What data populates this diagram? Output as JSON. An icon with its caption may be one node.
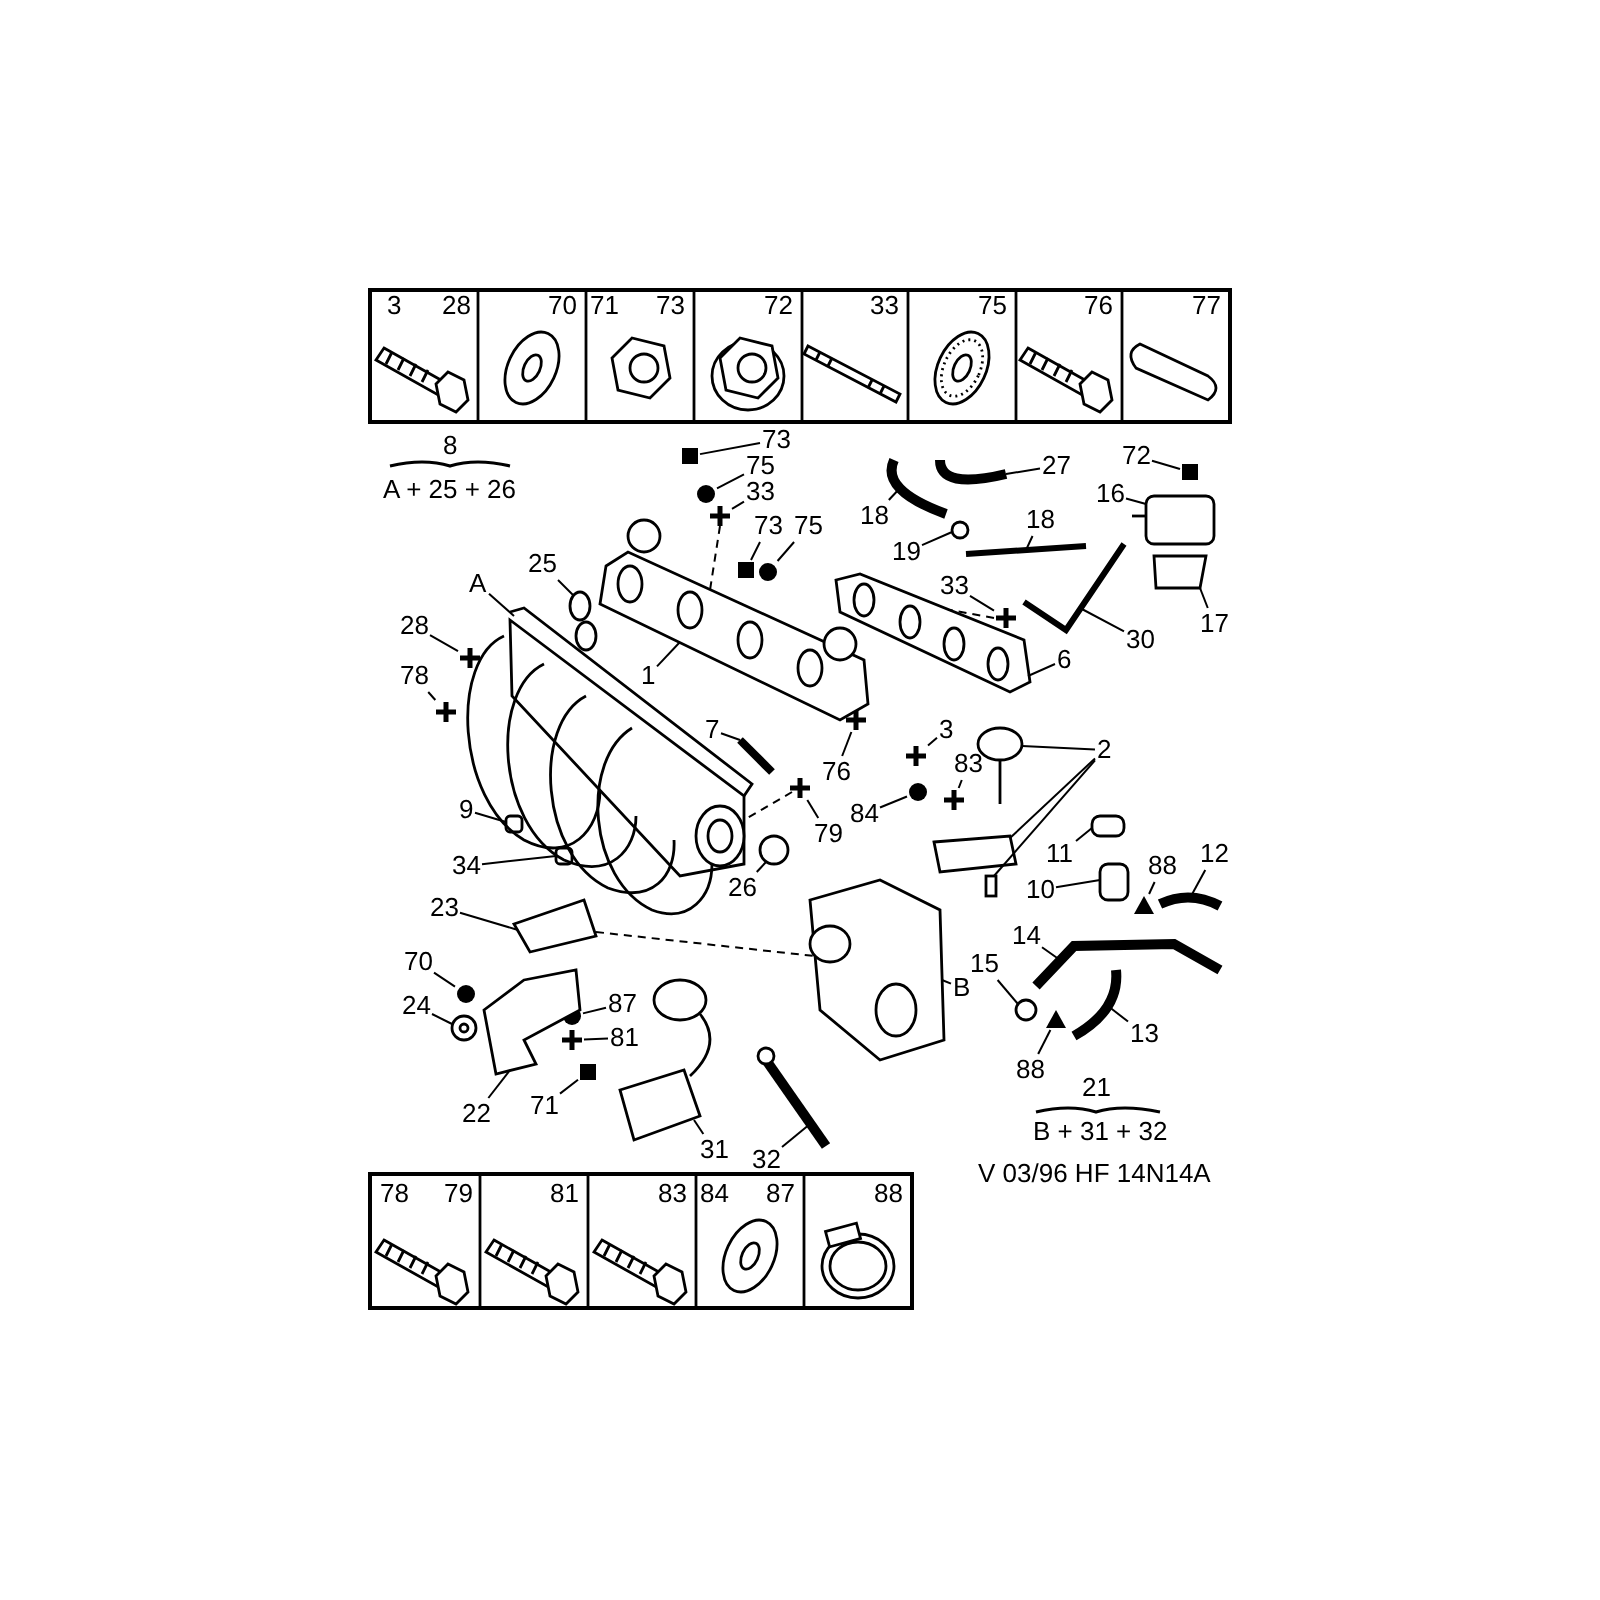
{
  "diagram": {
    "nodes": [
      {
        "text": [
          "73"
        ]
      },
      {
        "text": [
          "72"
        ]
      },
      {
        "text": [
          "27"
        ]
      },
      {
        "text": [
          "75"
        ]
      },
      {
        "text": [
          "33"
        ]
      },
      {
        "text": [
          "16"
        ]
      },
      {
        "text": [
          "18"
        ]
      },
      {
        "text": [
          "18"
        ]
      },
      {
        "text": [
          "73"
        ]
      },
      {
        "text": [
          "75"
        ]
      },
      {
        "text": [
          "19"
        ]
      },
      {
        "text": [
          "25"
        ]
      },
      {
        "text": [
          "A"
        ]
      },
      {
        "text": [
          "33"
        ]
      },
      {
        "text": [
          "17"
        ]
      },
      {
        "text": [
          "28"
        ]
      },
      {
        "text": [
          "30"
        ]
      },
      {
        "text": [
          "6"
        ]
      },
      {
        "text": [
          "1"
        ]
      },
      {
        "text": [
          "78"
        ]
      },
      {
        "text": [
          "7"
        ]
      },
      {
        "text": [
          "3"
        ]
      },
      {
        "text": [
          "2"
        ]
      },
      {
        "text": [
          "76"
        ]
      },
      {
        "text": [
          "83"
        ]
      },
      {
        "text": [
          "84"
        ]
      },
      {
        "text": [
          "9"
        ]
      },
      {
        "text": [
          "79"
        ]
      },
      {
        "text": [
          "11"
        ]
      },
      {
        "text": [
          "12"
        ]
      },
      {
        "text": [
          "88"
        ]
      },
      {
        "text": [
          "34"
        ]
      },
      {
        "text": [
          "26"
        ]
      },
      {
        "text": [
          "10"
        ]
      },
      {
        "text": [
          "23"
        ]
      },
      {
        "text": [
          "14"
        ]
      },
      {
        "text": [
          "70"
        ]
      },
      {
        "text": [
          "15"
        ]
      },
      {
        "text": [
          "B"
        ]
      },
      {
        "text": [
          "87"
        ]
      },
      {
        "text": [
          "24"
        ]
      },
      {
        "text": [
          "13"
        ]
      },
      {
        "text": [
          "81"
        ]
      },
      {
        "text": [
          "88"
        ]
      },
      {
        "text": [
          "71"
        ]
      },
      {
        "text": [
          "22"
        ]
      },
      {
        "text": [
          "31"
        ]
      },
      {
        "text": [
          "32"
        ]
      },
      {
        "text": [],
        "shape": "square"
      },
      {
        "text": [],
        "shape": "circle"
      },
      {
        "text": [],
        "shape": "cross"
      },
      {
        "text": [],
        "shape": "square"
      },
      {
        "text": [],
        "shape": "circle"
      },
      {
        "text": [],
        "shape": "cross"
      },
      {
        "text": [],
        "shape": "square"
      },
      {
        "text": [],
        "shape": "cross"
      },
      {
        "text": [],
        "shape": "cross"
      },
      {
        "text": [],
        "shape": "cross"
      },
      {
        "text": [],
        "shape": "cross"
      },
      {
        "text": [],
        "shape": "cross"
      },
      {
        "text": [],
        "shape": "circle"
      },
      {
        "text": [],
        "shape": "cross"
      },
      {
        "text": [],
        "shape": "triangle"
      },
      {
        "text": [],
        "shape": "triangle"
      },
      {
        "text": [],
        "shape": "circle"
      },
      {
        "text": [],
        "shape": "circle"
      },
      {
        "text": [],
        "shape": "cross"
      },
      {
        "text": [],
        "shape": "square"
      },
      {
        "text": [],
        "shape": "picture"
      },
      {
        "text": [],
        "shape": "box"
      },
      {
        "text": [],
        "shape": "picture"
      },
      {
        "text": [],
        "shape": "picture"
      },
      {
        "text": [],
        "shape": "circle"
      },
      {
        "text": [],
        "shape": "picture"
      },
      {
        "text": [],
        "shape": "picture"
      },
      {
        "text": [],
        "shape": "box"
      },
      {
        "text": [],
        "shape": "picture"
      },
      {
        "text": [],
        "shape": "picture"
      },
      {
        "text": [],
        "shape": "picture"
      },
      {
        "text": [],
        "shape": "picture"
      },
      {
        "text": [],
        "shape": "picture"
      },
      {
        "text": [],
        "shape": "box"
      },
      {
        "text": [],
        "shape": "box"
      },
      {
        "text": [],
        "shape": "box"
      },
      {
        "text": [],
        "shape": "box"
      },
      {
        "text": [],
        "shape": "picture"
      },
      {
        "text": [],
        "shape": "box"
      },
      {
        "text": [],
        "shape": "circle"
      },
      {
        "text": [],
        "shape": "box"
      },
      {
        "text": [],
        "shape": "picture"
      },
      {
        "text": [],
        "shape": "picture"
      },
      {
        "text": [],
        "shape": "circle"
      },
      {
        "text": [],
        "shape": "picture"
      },
      {
        "text": [],
        "shape": "circle"
      },
      {
        "text": [],
        "shape": "picture"
      },
      {
        "text": [],
        "shape": "picture"
      },
      {
        "text": [],
        "shape": "picture"
      },
      {
        "text": [],
        "shape": "picture"
      }
    ],
    "edges": [
      {
        "from": 0,
        "to": 48,
        "arrow": "none"
      },
      {
        "from": 1,
        "to": 54,
        "arrow": "none"
      },
      {
        "from": 2,
        "to": 68,
        "arrow": "none"
      },
      {
        "from": 3,
        "to": 49,
        "arrow": "none"
      },
      {
        "from": 4,
        "to": 50,
        "arrow": "none"
      },
      {
        "from": 5,
        "to": 69,
        "arrow": "none"
      },
      {
        "from": 6,
        "to": 70,
        "arrow": "none"
      },
      {
        "from": 7,
        "to": 71,
        "arrow": "none"
      },
      {
        "from": 8,
        "to": 51,
        "arrow": "none"
      },
      {
        "from": 9,
        "to": 52,
        "arrow": "none"
      },
      {
        "from": 10,
        "to": 72,
        "arrow": "none"
      },
      {
        "from": 11,
        "to": 73,
        "arrow": "none"
      },
      {
        "from": 12,
        "to": 74,
        "arrow": "none"
      },
      {
        "from": 13,
        "to": 53,
        "arrow": "none"
      },
      {
        "from": 14,
        "to": 75,
        "arrow": "none"
      },
      {
        "from": 15,
        "to": 55,
        "arrow": "none"
      },
      {
        "from": 16,
        "to": 76,
        "arrow": "none"
      },
      {
        "from": 17,
        "to": 77,
        "arrow": "none"
      },
      {
        "from": 18,
        "to": 78,
        "arrow": "none"
      },
      {
        "from": 19,
        "to": 56,
        "arrow": "none"
      },
      {
        "from": 20,
        "to": 79,
        "arrow": "none"
      },
      {
        "from": 21,
        "to": 59,
        "arrow": "none"
      },
      {
        "from": 22,
        "to": 80,
        "arrow": "none"
      },
      {
        "from": 22,
        "to": 81,
        "arrow": "none"
      },
      {
        "from": 22,
        "to": 82,
        "arrow": "none"
      },
      {
        "from": 23,
        "to": 57,
        "arrow": "none"
      },
      {
        "from": 24,
        "to": 61,
        "arrow": "none"
      },
      {
        "from": 25,
        "to": 60,
        "arrow": "none"
      },
      {
        "from": 26,
        "to": 83,
        "arrow": "none"
      },
      {
        "from": 27,
        "to": 58,
        "arrow": "none"
      },
      {
        "from": 28,
        "to": 84,
        "arrow": "none"
      },
      {
        "from": 29,
        "to": 85,
        "arrow": "none"
      },
      {
        "from": 30,
        "to": 62,
        "arrow": "none"
      },
      {
        "from": 31,
        "to": 86,
        "arrow": "none"
      },
      {
        "from": 32,
        "to": 87,
        "arrow": "none"
      },
      {
        "from": 33,
        "to": 88,
        "arrow": "none"
      },
      {
        "from": 34,
        "to": 89,
        "arrow": "none"
      },
      {
        "from": 35,
        "to": 90,
        "arrow": "none"
      },
      {
        "from": 36,
        "to": 64,
        "arrow": "none"
      },
      {
        "from": 37,
        "to": 91,
        "arrow": "none"
      },
      {
        "from": 38,
        "to": 92,
        "arrow": "none"
      },
      {
        "from": 39,
        "to": 65,
        "arrow": "none"
      },
      {
        "from": 40,
        "to": 93,
        "arrow": "none"
      },
      {
        "from": 41,
        "to": 94,
        "arrow": "none"
      },
      {
        "from": 42,
        "to": 66,
        "arrow": "none"
      },
      {
        "from": 43,
        "to": 63,
        "arrow": "none"
      },
      {
        "from": 44,
        "to": 67,
        "arrow": "none"
      },
      {
        "from": 45,
        "to": 95,
        "arrow": "none"
      },
      {
        "from": 46,
        "to": 96,
        "arrow": "none"
      },
      {
        "from": 47,
        "to": 97,
        "arrow": "none"
      },
      {
        "from": 50,
        "to": 78,
        "arrow": "none",
        "style": "dashed"
      },
      {
        "from": 58,
        "to": 74,
        "arrow": "none",
        "style": "dashed"
      },
      {
        "from": 53,
        "to": 77,
        "arrow": "none",
        "style": "dashed"
      },
      {
        "from": 89,
        "to": 92,
        "arrow": "none",
        "style": "dashed"
      }
    ],
    "labels": [
      "3",
      "28",
      "70",
      "71",
      "73",
      "72",
      "33",
      "75",
      "76",
      "77",
      "8",
      "A + 25 + 26",
      "21",
      "B + 31 + 32",
      "V 03/96 HF 14N14A",
      "78",
      "79",
      "81",
      "83",
      "84",
      "87",
      "88"
    ]
  }
}
